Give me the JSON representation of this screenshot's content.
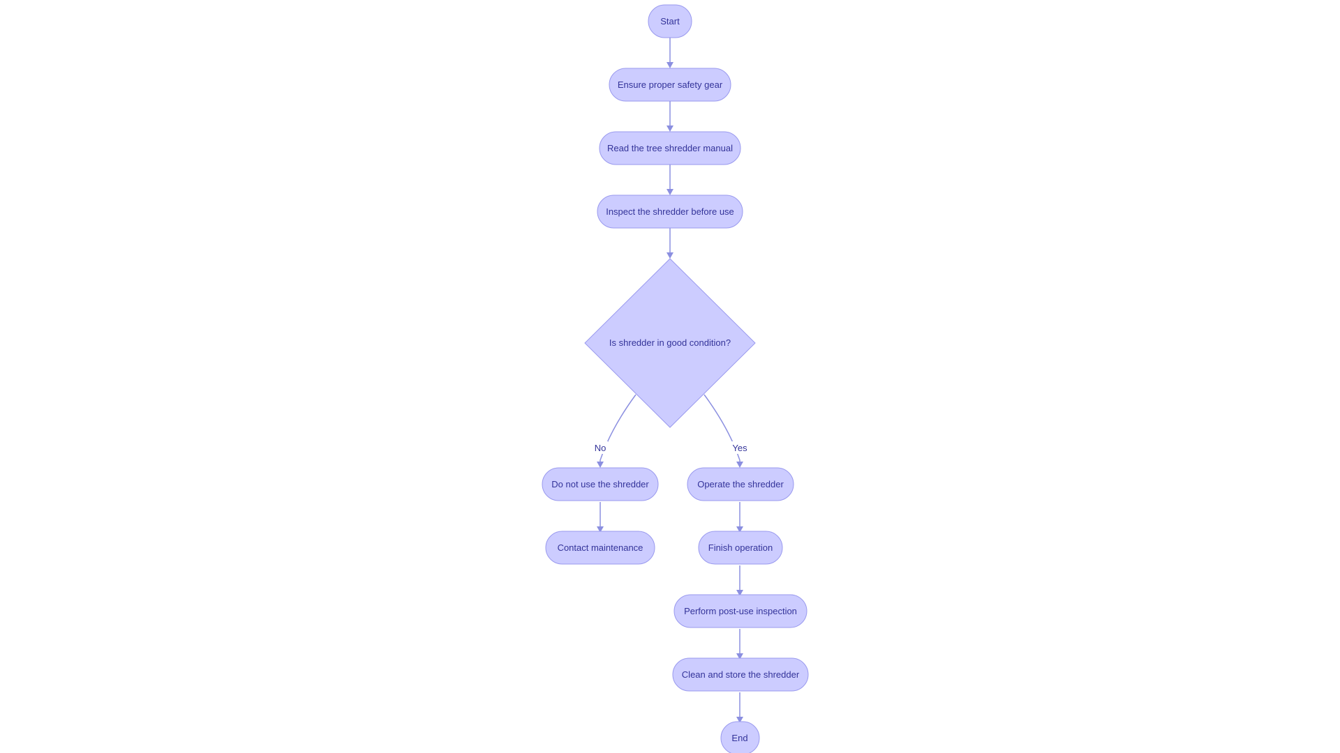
{
  "flowchart": {
    "nodes": {
      "start": "Start",
      "safety_gear": "Ensure proper safety gear",
      "read_manual": "Read the tree shredder manual",
      "inspect": "Inspect the shredder before use",
      "decision": "Is shredder in good condition?",
      "do_not_use": "Do not use the shredder",
      "contact": "Contact maintenance",
      "operate": "Operate the shredder",
      "finish": "Finish operation",
      "post_inspect": "Perform post-use inspection",
      "clean_store": "Clean and store the shredder",
      "end": "End"
    },
    "edge_labels": {
      "no": "No",
      "yes": "Yes"
    }
  },
  "colors": {
    "node_fill": "#ccccff",
    "node_stroke": "#9999ee",
    "edge": "#8b8fe0",
    "text": "#333399"
  }
}
